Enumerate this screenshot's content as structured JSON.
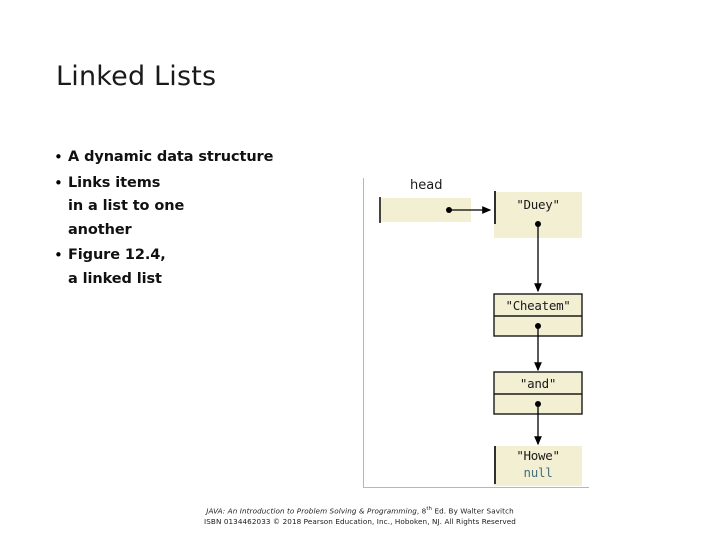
{
  "slide": {
    "title": "Linked Lists",
    "bullet_marker": "•",
    "bullets": [
      {
        "text": "A dynamic data structure"
      },
      {
        "text": "Links items\nin a list to one\nanother"
      },
      {
        "text": "Figure 12.4,\na linked list"
      }
    ]
  },
  "figure": {
    "pointer_label": "head",
    "null_label": "null",
    "border_color": "#9dbfce",
    "node_fill": "#f2efd3",
    "node_border": "#1a1a1a",
    "arrow_color": "#000000",
    "null_text_color": "#46707e",
    "nodes": [
      {
        "name": "node-duey",
        "value": "\"Duey\""
      },
      {
        "name": "node-cheatem",
        "value": "\"Cheatem\""
      },
      {
        "name": "node-and",
        "value": "\"and\""
      },
      {
        "name": "node-howe",
        "value": "\"Howe\""
      }
    ]
  },
  "footer": {
    "line1_a": "JAVA: An Introduction to Problem  Solving & Programming",
    "line1_b": ", 8",
    "line1_sup": "th",
    "line1_c": " Ed. By Walter Savitch",
    "line2": "ISBN 0134462033  © 2018 Pearson Education, Inc., Hoboken, NJ. All Rights Reserved"
  }
}
